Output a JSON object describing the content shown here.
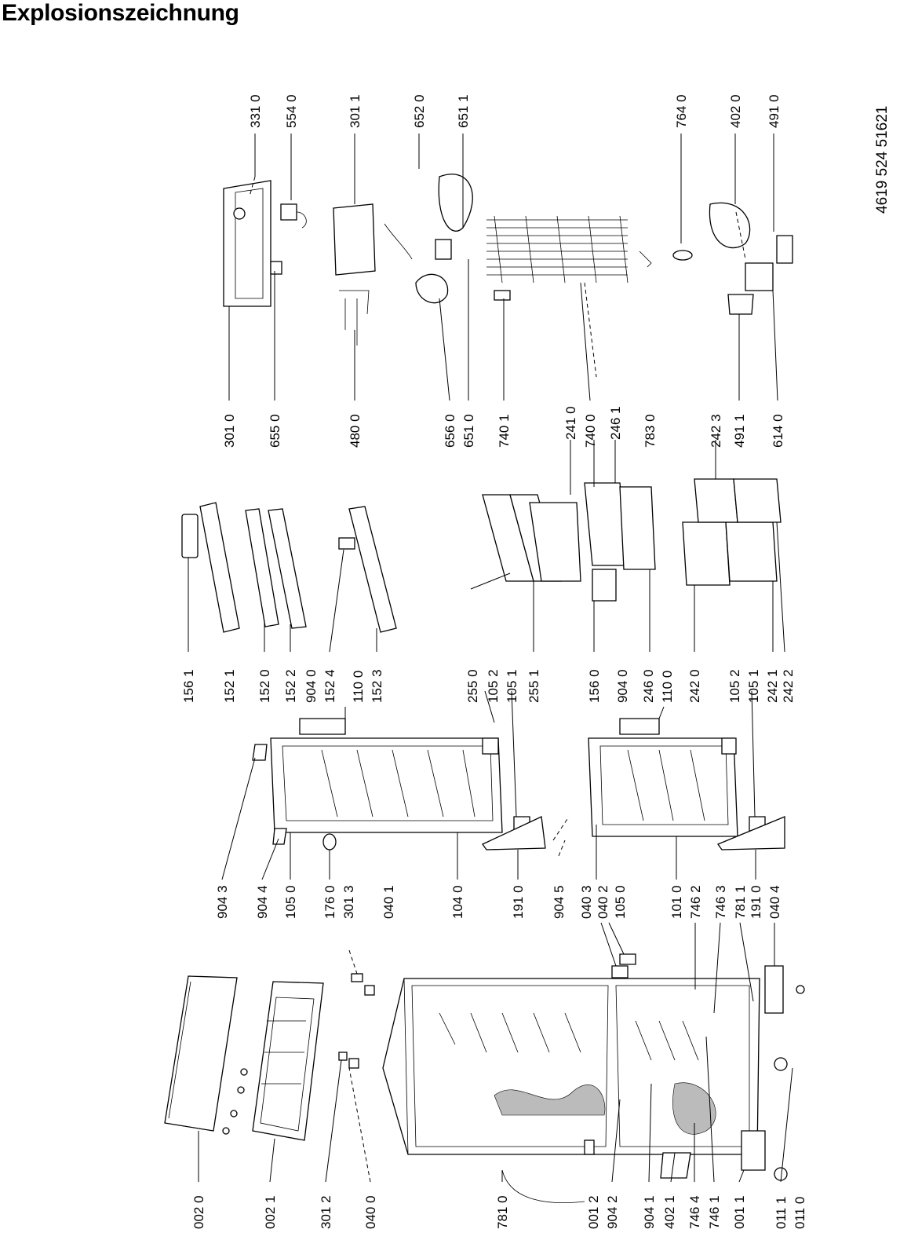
{
  "title": "Explosionszeichnung",
  "document_number": "4619 524 51621",
  "part_numbers": {
    "col_top": [
      "331 0",
      "554 0",
      "301 1",
      "652 0",
      "651 1",
      "764 0",
      "402 0",
      "491 0"
    ],
    "col_mid": [
      "301 0",
      "655 0",
      "480 0",
      "656 0",
      "651 0",
      "740 1",
      "241 0",
      "740 0",
      "246 1",
      "783 0",
      "242 3",
      "491 1",
      "614 0"
    ],
    "col_shelves": [
      "156 1",
      "152 1",
      "152 0",
      "152 2",
      "904 0",
      "152 4",
      "110 0",
      "152 3",
      "255 0",
      "105 2",
      "105 1",
      "255 1",
      "156 0",
      "904 0",
      "246 0",
      "110 0",
      "242 0",
      "105 2",
      "105 1",
      "242 1",
      "242 2"
    ],
    "col_doors": [
      "904 3",
      "904 4",
      "105 0",
      "176 0",
      "301 3",
      "040 1",
      "104 0",
      "191 0",
      "904 5",
      "040 3",
      "040 2",
      "105 0",
      "101 0",
      "746 2",
      "746 3",
      "781 1",
      "191 0",
      "040 4"
    ],
    "col_cabinet": [
      "002 0",
      "002 1",
      "301 2",
      "040 0",
      "781 0",
      "001 2",
      "904 2",
      "904 1",
      "402 1",
      "746 4",
      "746 1",
      "001 1",
      "011 1",
      "011 0"
    ]
  }
}
